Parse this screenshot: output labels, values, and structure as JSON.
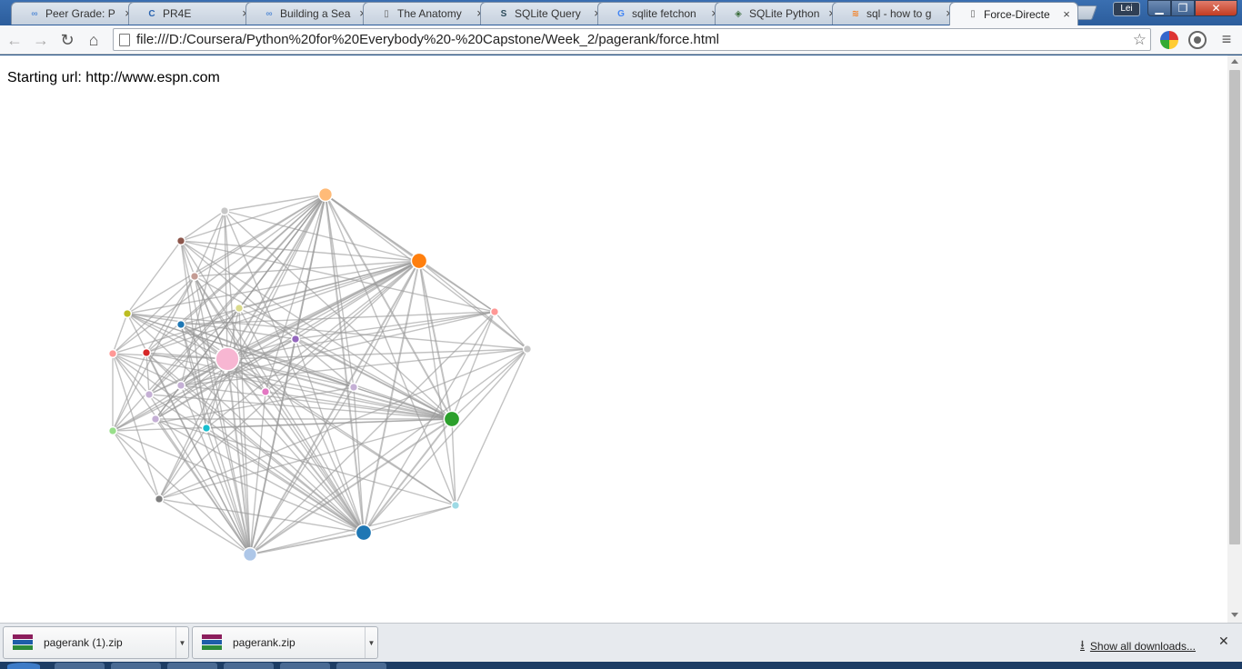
{
  "browser": {
    "tabs": [
      {
        "title": "Peer Grade: P",
        "icon": "coursera-infinity-icon",
        "icon_color": "#5b8fd6",
        "active": false
      },
      {
        "title": "PR4E",
        "icon": "py4e-icon",
        "icon_color": "#2a64b0",
        "active": false
      },
      {
        "title": "Building a Sea",
        "icon": "coursera-infinity-icon",
        "icon_color": "#5b8fd6",
        "active": false
      },
      {
        "title": "The Anatomy",
        "icon": "page-icon",
        "icon_color": "#666666",
        "active": false
      },
      {
        "title": "SQLite Query",
        "icon": "sqlite-icon",
        "icon_color": "#2b4a5a",
        "active": false
      },
      {
        "title": "sqlite fetchon",
        "icon": "google-icon",
        "icon_color": "#4285f4",
        "active": false
      },
      {
        "title": "SQLite Python",
        "icon": "diamond-icon",
        "icon_color": "#3c6e3c",
        "active": false
      },
      {
        "title": "sql - how to g",
        "icon": "stackoverflow-icon",
        "icon_color": "#f48024",
        "active": false
      },
      {
        "title": "Force-Directe",
        "icon": "page-icon",
        "icon_color": "#666666",
        "active": true
      }
    ],
    "profile_label": "Lei",
    "url": "file:///D:/Coursera/Python%20for%20Everybody%20-%20Capstone/Week_2/pagerank/force.html"
  },
  "page": {
    "starting_label": "Starting url: http://www.espn.com"
  },
  "graph": {
    "nodes": [
      {
        "id": "n0",
        "rank": 0.9,
        "color": "#f7b6d2"
      },
      {
        "id": "n1",
        "rank": 0.55,
        "color": "#ff7f0e"
      },
      {
        "id": "n2",
        "rank": 0.55,
        "color": "#1f77b4"
      },
      {
        "id": "n3",
        "rank": 0.55,
        "color": "#2ca02c"
      },
      {
        "id": "n4",
        "rank": 0.45,
        "color": "#ffbb78"
      },
      {
        "id": "n5",
        "rank": 0.45,
        "color": "#aec7e8"
      },
      {
        "id": "n6",
        "rank": 0.2,
        "color": "#c5b0d5"
      },
      {
        "id": "n7",
        "rank": 0.2,
        "color": "#9edae5"
      },
      {
        "id": "n8",
        "rank": 0.2,
        "color": "#ff9896"
      },
      {
        "id": "n9",
        "rank": 0.2,
        "color": "#7f7f7f"
      },
      {
        "id": "n10",
        "rank": 0.2,
        "color": "#98df8a"
      },
      {
        "id": "n11",
        "rank": 0.2,
        "color": "#ff9896"
      },
      {
        "id": "n12",
        "rank": 0.2,
        "color": "#bcbd22"
      },
      {
        "id": "n13",
        "rank": 0.2,
        "color": "#8c564b"
      },
      {
        "id": "n14",
        "rank": 0.2,
        "color": "#c7c7c7"
      },
      {
        "id": "n15",
        "rank": 0.2,
        "color": "#e377c2"
      },
      {
        "id": "n16",
        "rank": 0.2,
        "color": "#9467bd"
      },
      {
        "id": "n17",
        "rank": 0.2,
        "color": "#1f77b4"
      },
      {
        "id": "n18",
        "rank": 0.2,
        "color": "#d62728"
      },
      {
        "id": "n19",
        "rank": 0.2,
        "color": "#dbdb8d"
      },
      {
        "id": "n20",
        "rank": 0.2,
        "color": "#c49c94"
      },
      {
        "id": "n21",
        "rank": 0.2,
        "color": "#17becf"
      },
      {
        "id": "n22",
        "rank": 0.2,
        "color": "#c5b0d5"
      },
      {
        "id": "n23",
        "rank": 0.2,
        "color": "#c5b0d5"
      },
      {
        "id": "n24",
        "rank": 0.2,
        "color": "#c7c7c7"
      },
      {
        "id": "n25",
        "rank": 0.2,
        "color": "#c5b0d5"
      }
    ],
    "link_color": "#999999"
  },
  "downloads": {
    "items": [
      {
        "name": "pagerank (1).zip"
      },
      {
        "name": "pagerank.zip"
      }
    ],
    "show_all_label": "Show all downloads..."
  }
}
